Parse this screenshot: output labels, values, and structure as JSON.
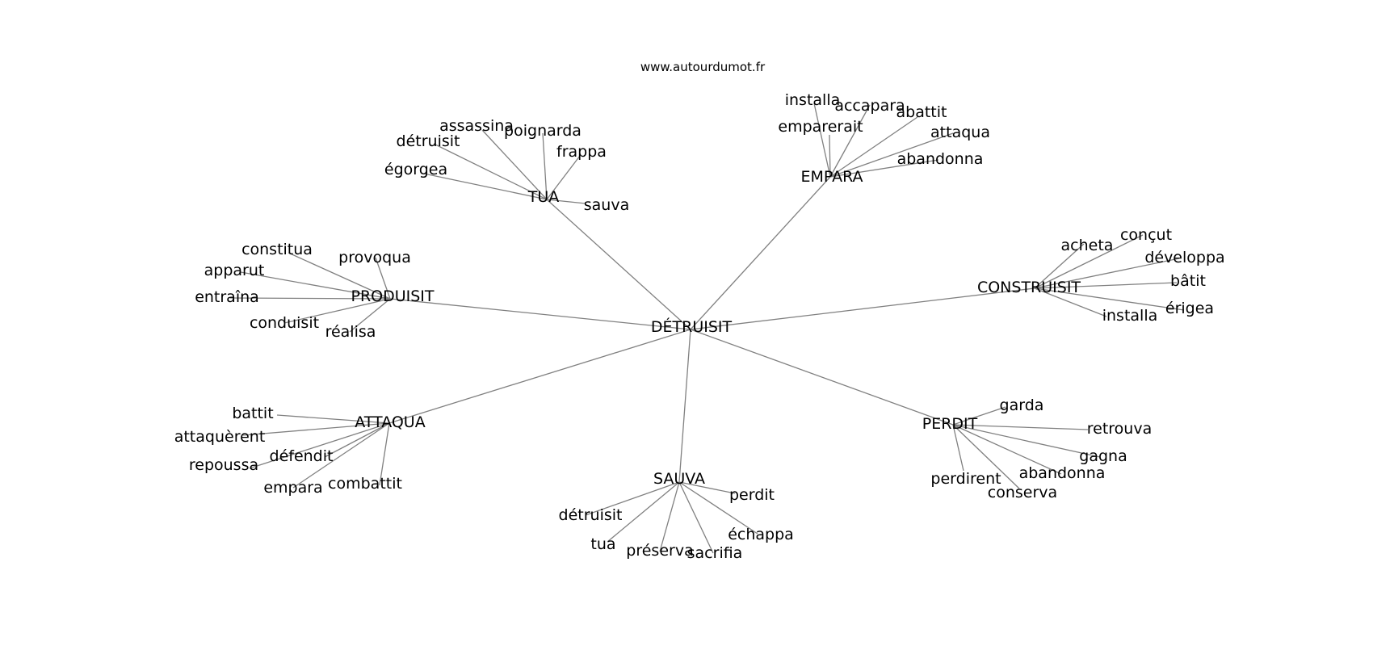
{
  "watermark": "www.autourdumot.fr",
  "center": "DÉTRUISIT",
  "clusters": [
    {
      "hub": "TUA",
      "words": [
        "assassina",
        "poignarda",
        "détruisit",
        "frappa",
        "égorgea",
        "sauva"
      ]
    },
    {
      "hub": "EMPARA",
      "words": [
        "installa",
        "accapara",
        "abattit",
        "emparerait",
        "attaqua",
        "abandonna"
      ]
    },
    {
      "hub": "PRODUISIT",
      "words": [
        "constitua",
        "provoqua",
        "apparut",
        "entraîna",
        "conduisit",
        "réalisa"
      ]
    },
    {
      "hub": "CONSTRUISIT",
      "words": [
        "acheta",
        "conçut",
        "développa",
        "bâtit",
        "érigea",
        "installa"
      ]
    },
    {
      "hub": "ATTAQUA",
      "words": [
        "battit",
        "attaquèrent",
        "défendit",
        "repoussa",
        "empara",
        "combattit"
      ]
    },
    {
      "hub": "SAUVA",
      "words": [
        "perdit",
        "détruisit",
        "échappa",
        "tua",
        "préserva",
        "sacrifia"
      ]
    },
    {
      "hub": "PERDIT",
      "words": [
        "garda",
        "retrouva",
        "gagna",
        "abandonna",
        "perdirent",
        "conserva"
      ]
    }
  ]
}
